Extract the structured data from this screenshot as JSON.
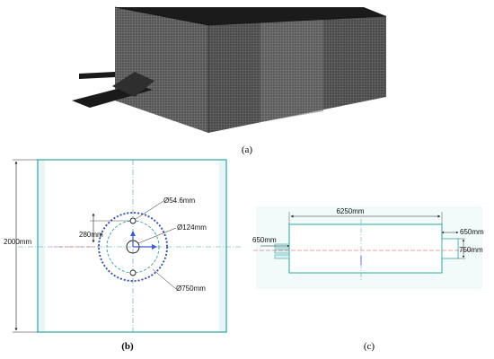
{
  "panels": {
    "a": {
      "label": "(a)"
    },
    "b": {
      "label": "(b)",
      "dimensions": {
        "height": "2000mm",
        "offset": "280mm",
        "small_hole": "Ø54.6mm",
        "center_hole": "Ø124mm",
        "pitch_circle": "Ø750mm"
      }
    },
    "c": {
      "label": "(c)",
      "dimensions": {
        "length": "6250mm",
        "left_ext": "650mm",
        "right_ext": "650mm",
        "right_height": "750mm"
      }
    }
  },
  "colors": {
    "outline": "#2aa7a7",
    "centerline": "#4c9c9c",
    "redline": "#d04040",
    "arrow_blue": "#3b5bd6",
    "mesh_dark": "#2b2b2b",
    "dim_line": "#222222"
  }
}
